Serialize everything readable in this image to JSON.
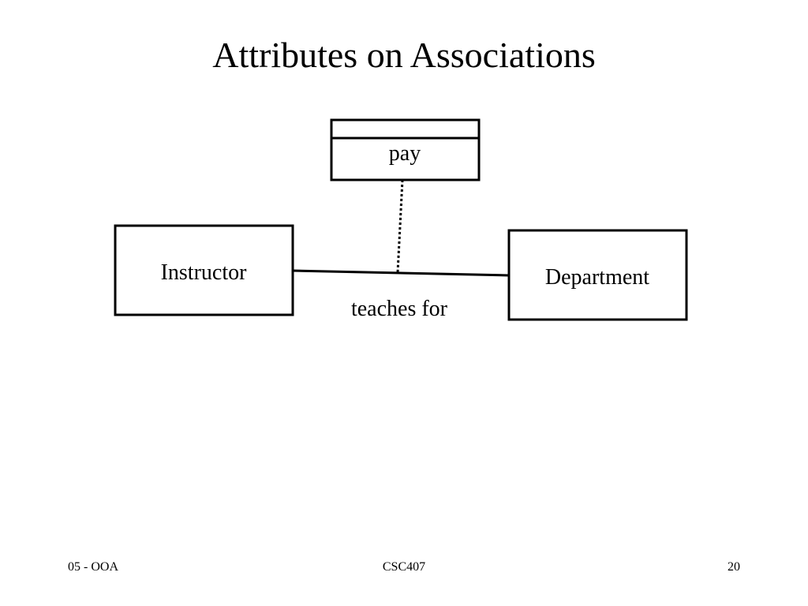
{
  "slide": {
    "title": "Attributes on Associations"
  },
  "diagram": {
    "association_class": {
      "name": "",
      "attribute": "pay"
    },
    "class_left": "Instructor",
    "class_right": "Department",
    "association_label": "teaches for"
  },
  "footer": {
    "left": "05 - OOA",
    "center": "CSC407",
    "right": "20"
  }
}
